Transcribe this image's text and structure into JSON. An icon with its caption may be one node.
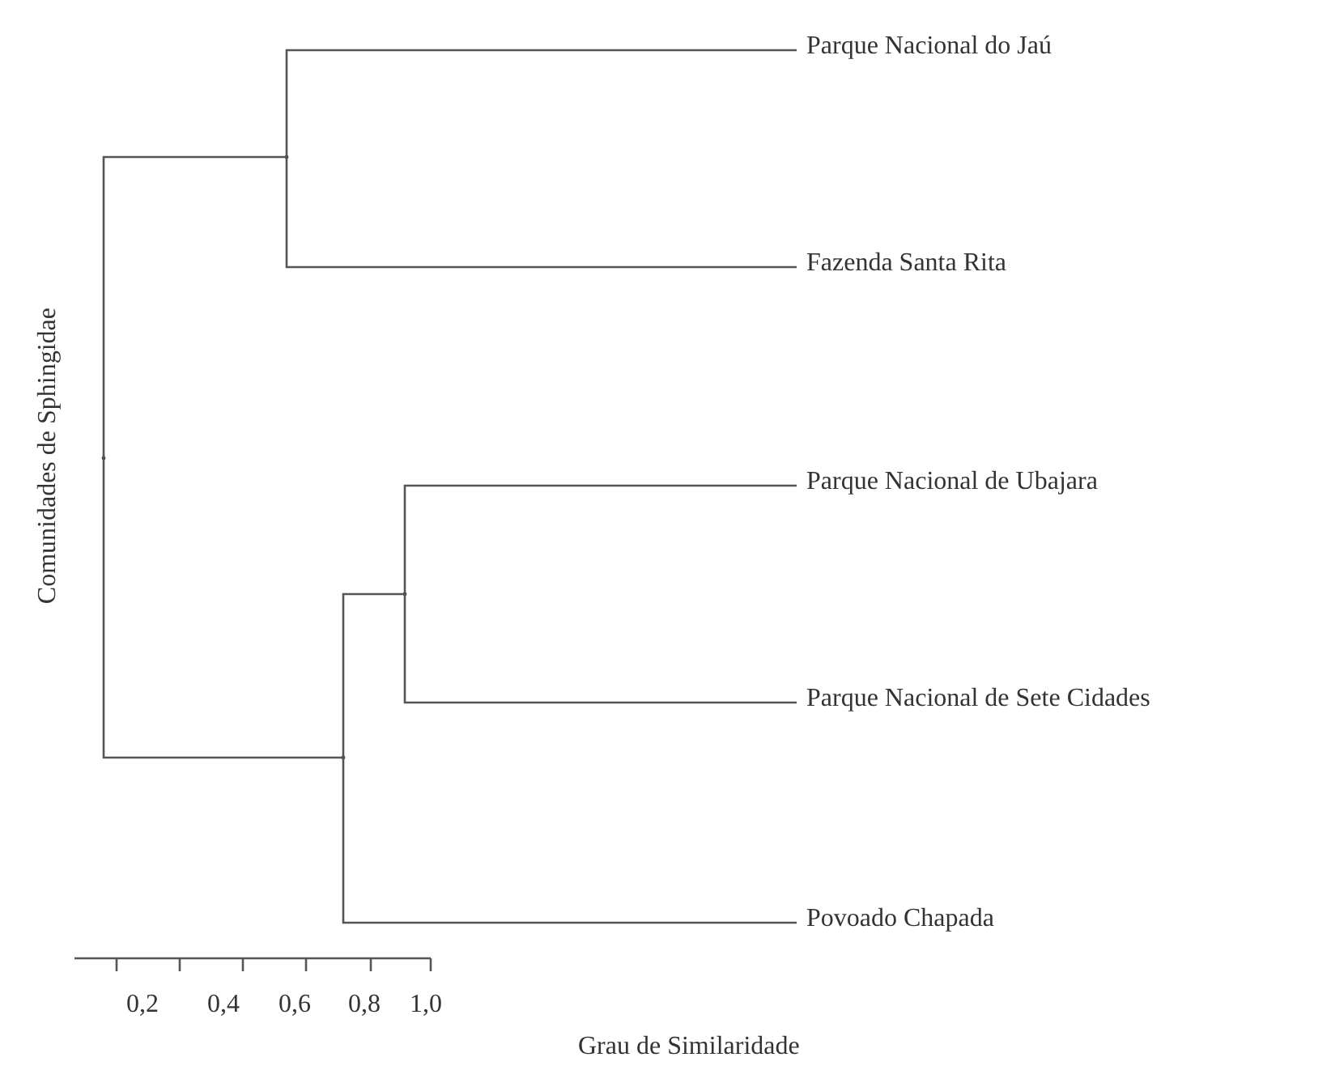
{
  "diagram": {
    "nodes": [
      {
        "text": [
          "Parque Nacional do Jaú"
        ]
      },
      {
        "text": [
          "Fazenda Santa Rita"
        ]
      },
      {
        "text": [
          "Parque Nacional de Ubajara"
        ]
      },
      {
        "text": [
          "Parque Nacional de Sete Cidades"
        ]
      },
      {
        "text": [
          "Povoado Chapada"
        ]
      },
      {
        "text": [],
        "shape": "point"
      },
      {
        "text": [],
        "shape": "point"
      },
      {
        "text": [],
        "shape": "point"
      },
      {
        "text": [],
        "shape": "point"
      }
    ],
    "edges": [
      {
        "from": 5,
        "to": 6,
        "arrow": "none"
      },
      {
        "from": 5,
        "to": 7,
        "arrow": "none"
      },
      {
        "from": 6,
        "to": 0,
        "arrow": "none"
      },
      {
        "from": 6,
        "to": 1,
        "arrow": "none"
      },
      {
        "from": 7,
        "to": 8,
        "arrow": "none"
      },
      {
        "from": 7,
        "to": 4,
        "arrow": "none"
      },
      {
        "from": 8,
        "to": 2,
        "arrow": "none"
      },
      {
        "from": 8,
        "to": 3,
        "arrow": "none"
      }
    ],
    "labels": [
      "Comunidades de Sphingidae",
      "0,2",
      "0,4",
      "0,6",
      "0,8",
      "1,0",
      "Grau de Similaridade"
    ]
  }
}
